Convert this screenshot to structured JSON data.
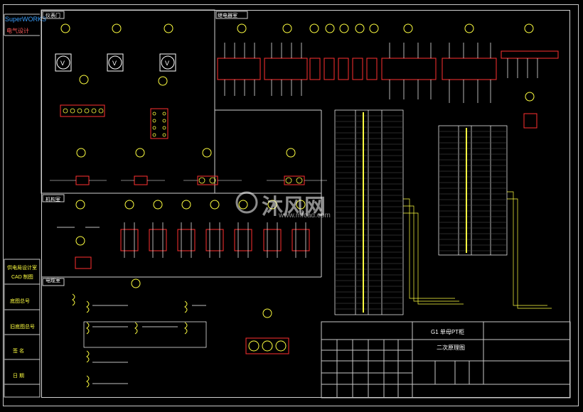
{
  "brand": {
    "name": "SuperWORKS",
    "sub": "电气设计"
  },
  "sections": {
    "instrument_door": "仪表门",
    "relay_room": "继电器室",
    "mechanism_room": "机构室",
    "cable_room": "电缆室"
  },
  "left_column": [
    "供电局设计室",
    "CAD 制图",
    "底图总号",
    "旧底图总号",
    "签 名",
    "日 期"
  ],
  "watermark": {
    "text": "沐风网",
    "url": "www.mfcad.com"
  },
  "title_block": {
    "title": "G1 单母PT柜",
    "subtitle": "二次原理图"
  },
  "colors": {
    "frame": "#c8c8c8",
    "label": "#ffff40",
    "wire": "#ffffff",
    "component": "#ff3030"
  }
}
